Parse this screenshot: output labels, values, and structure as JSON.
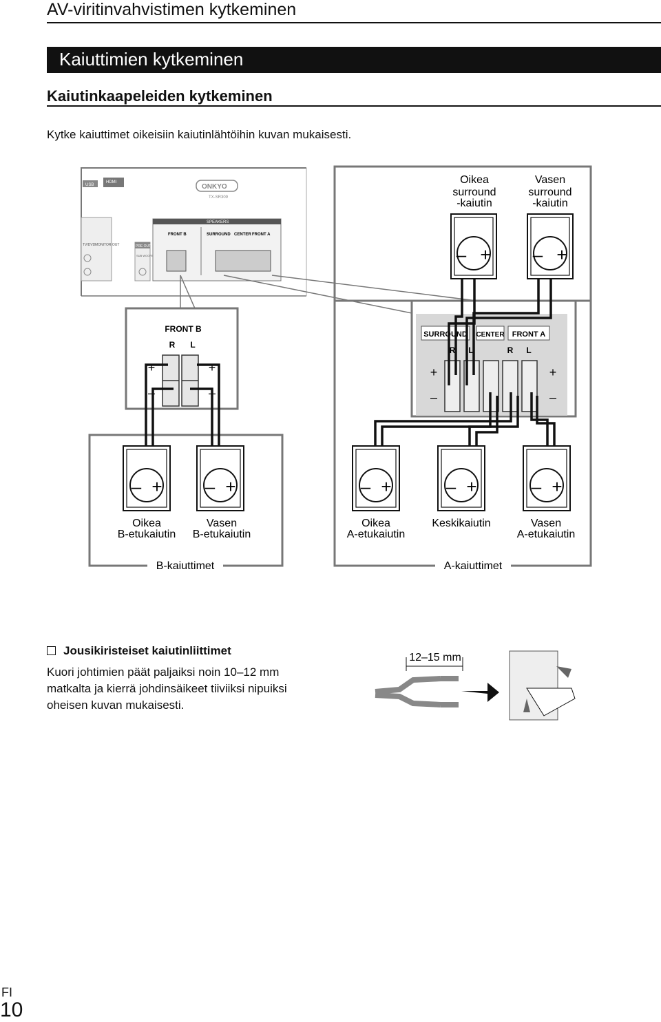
{
  "header": {
    "page_title": "AV-viritinvahvistimen kytkeminen",
    "section_title": "Kaiuttimien kytkeminen",
    "subsection_title": "Kaiutinkaapeleiden kytkeminen",
    "intro": "Kytke kaiuttimet oikeisiin kaiutinlähtöihin kuvan mukaisesti."
  },
  "receiver": {
    "brand": "ONKYO",
    "model": "TX-SR309",
    "hdmi": "HDMI",
    "usb": "USB",
    "speakers_label": "SPEAKERS",
    "pre_out": "PRE OUT",
    "subwoofer": "SUB WOOFER",
    "tv_dvd": "TV/DVD",
    "monitor_out": "MONITOR OUT"
  },
  "terminals": {
    "front_b": "FRONT B",
    "surround": "SURROUND",
    "center": "CENTER",
    "front_a": "FRONT A",
    "r": "R",
    "l": "L",
    "plus": "+",
    "minus": "–"
  },
  "speakers": {
    "surround_right": [
      "Oikea",
      "surround",
      "-kaiutin"
    ],
    "surround_left": [
      "Vasen",
      "surround",
      "-kaiutin"
    ],
    "front_b_right": [
      "Oikea",
      "B-etukaiutin"
    ],
    "front_b_left": [
      "Vasen",
      "B-etukaiutin"
    ],
    "front_a_right": [
      "Oikea",
      "A-etukaiutin"
    ],
    "center": [
      "Keskikaiutin"
    ],
    "front_a_left": [
      "Vasen",
      "A-etukaiutin"
    ]
  },
  "groups": {
    "b": "B-kaiuttimet",
    "a": "A-kaiuttimet"
  },
  "jack_note": {
    "heading": "Jousikiristeiset kaiutinliittimet",
    "lines": [
      "Kuori johtimien päät paljaiksi noin 10–12 mm",
      "matkalta ja kierrä johdinsäikeet tiiviiksi nipuiksi",
      "oheisen kuvan mukaisesti."
    ],
    "strip_length": "12–15 mm"
  },
  "footer": {
    "lang": "FI",
    "page": "10"
  }
}
